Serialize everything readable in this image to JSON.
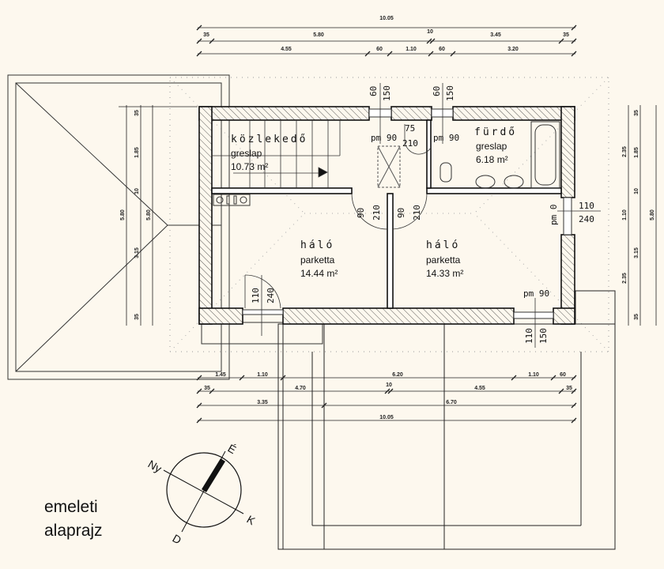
{
  "title": {
    "line1": "emeleti",
    "line2": "alaprajz"
  },
  "rooms": {
    "kozlekedo": {
      "name": "közlekedő",
      "floor": "greslap",
      "area": "10.73 m²"
    },
    "furdo": {
      "name": "fürdő",
      "floor": "greslap",
      "area": "6.18 m²"
    },
    "halo_left": {
      "name": "háló",
      "floor": "parketta",
      "area": "14.44 m²"
    },
    "halo_right": {
      "name": "háló",
      "floor": "parketta",
      "area": "14.33 m²"
    }
  },
  "openings": {
    "top_window_1": {
      "width": "60",
      "height": "150",
      "sill": "pm 90"
    },
    "top_window_2": {
      "width": "60",
      "height": "150",
      "sill": "pm 90"
    },
    "bath_door": {
      "width": "75",
      "height": "210"
    },
    "bed_door_left": {
      "width": "90",
      "height": "210"
    },
    "bed_door_right": {
      "width": "90",
      "height": "210"
    },
    "right_window": {
      "sill": "pm 0",
      "width": "110",
      "height": "240"
    },
    "balcony_door": {
      "width": "110",
      "height": "240"
    },
    "bottom_window": {
      "sill": "pm 90",
      "width": "110",
      "height": "150"
    }
  },
  "dimensions": {
    "top": {
      "row1": [
        "10.05"
      ],
      "row2": [
        "35",
        "5.80",
        "10",
        "3.45",
        "35"
      ],
      "row3": [
        "4.55",
        "60",
        "1.10",
        "60",
        "3.20"
      ]
    },
    "bottom": {
      "row1": [
        "1.45",
        "1.10",
        "6.20",
        "1.10",
        "60"
      ],
      "row2": [
        "35",
        "4.70",
        "10",
        "4.55",
        "35"
      ],
      "row3": [
        "3.35",
        "6.70"
      ],
      "row4": [
        "10.05"
      ]
    },
    "left": {
      "outer": "5.80",
      "inner": [
        "35",
        "1.85",
        "10",
        "3.15",
        "35"
      ],
      "near": "5.80"
    },
    "right": {
      "col1": [
        "2.35",
        "1.10",
        "2.35"
      ],
      "col2": [
        "35",
        "1.85",
        "10",
        "3.15",
        "35"
      ],
      "col3": "5.80"
    }
  },
  "compass": {
    "north": "É",
    "west": "Ny",
    "east": "K",
    "south": "D"
  }
}
